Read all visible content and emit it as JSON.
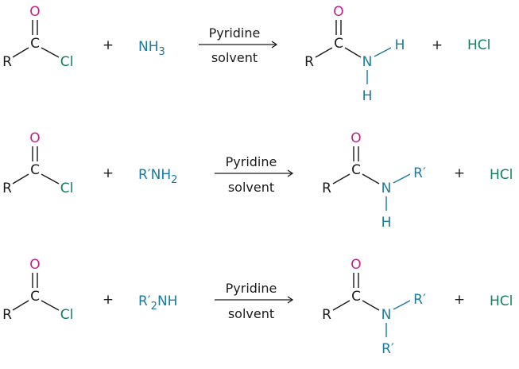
{
  "colors": {
    "atom_black": "#1a1a1a",
    "oxygen": "#c0208a",
    "nitrogen": "#1a7aa0",
    "chlorine": "#12805c"
  },
  "atoms": {
    "O": "O",
    "C": "C",
    "R": "R",
    "Cl": "Cl",
    "N": "N",
    "H": "H"
  },
  "plus": "+",
  "arrow": {
    "above": "Pyridine",
    "below": "solvent"
  },
  "reactions": [
    {
      "reagent": {
        "base": "NH",
        "sub": "3"
      },
      "amide_substituents": {
        "right": "H",
        "down": "H"
      },
      "byproduct": "HCl"
    },
    {
      "reagent": {
        "base": "R′NH",
        "sub": "2",
        "tail": ""
      },
      "amide_substituents": {
        "right": "R′",
        "down": "H"
      },
      "byproduct": "HCl"
    },
    {
      "reagent": {
        "base": "R′",
        "sub": "2",
        "tail": "NH"
      },
      "amide_substituents": {
        "right": "R′",
        "down": "R′"
      },
      "byproduct": "HCl"
    }
  ]
}
